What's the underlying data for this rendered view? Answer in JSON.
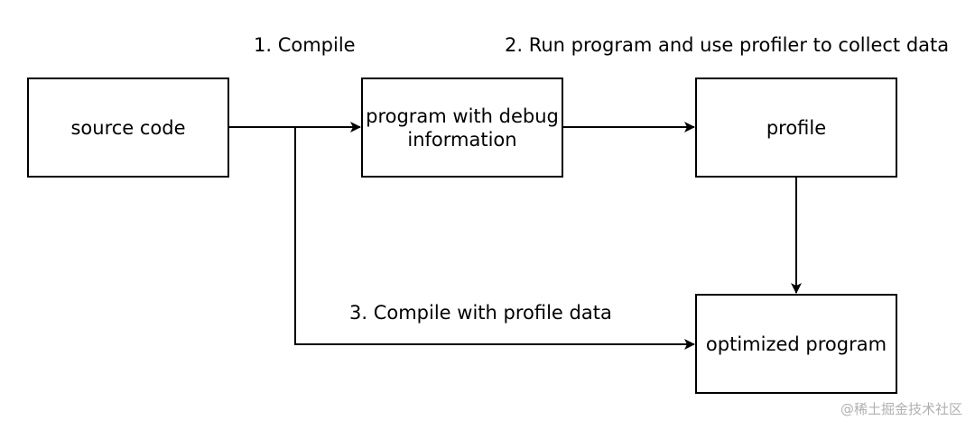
{
  "nodes": {
    "source": {
      "label": "source code"
    },
    "debug": {
      "label_line1": "program with debug",
      "label_line2": "information"
    },
    "profile": {
      "label": "profile"
    },
    "optimized": {
      "label": "optimized program"
    }
  },
  "edges": {
    "compile": {
      "label": "1. Compile"
    },
    "run": {
      "label": "2. Run program and use profiler to collect data"
    },
    "compile_profile": {
      "label": "3. Compile with profile data"
    }
  },
  "watermark": "@稀土掘金技术社区",
  "colors": {
    "stroke": "#000000",
    "background": "#ffffff",
    "watermark": "#b0b0b0"
  }
}
